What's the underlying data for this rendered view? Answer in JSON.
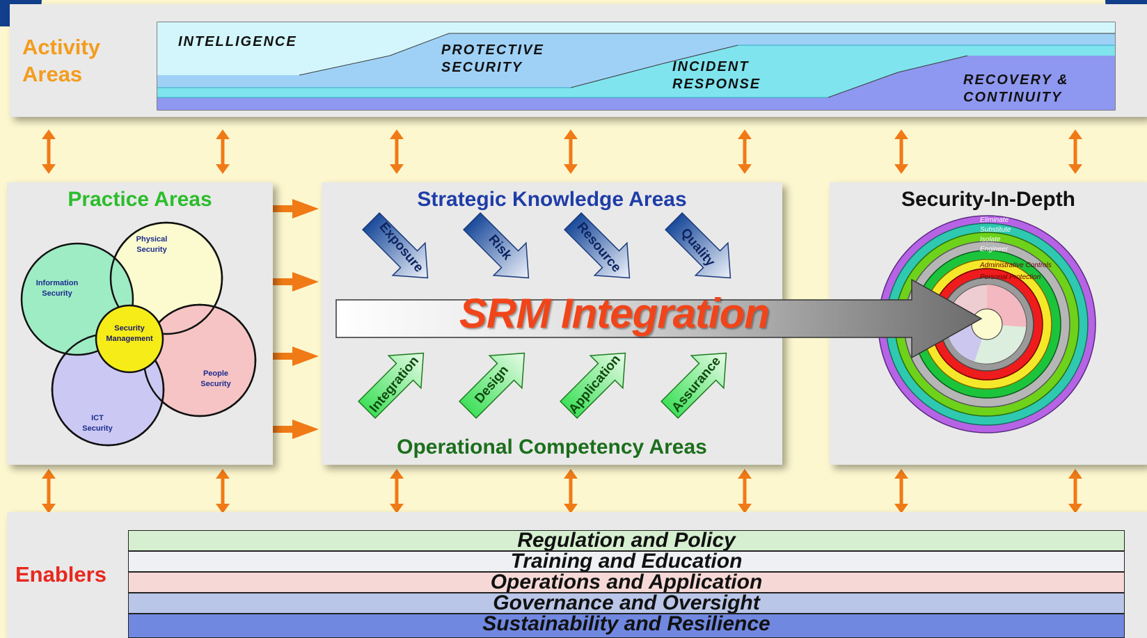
{
  "activity_areas": {
    "label": "Activity\nAreas",
    "bands": [
      "INTELLIGENCE",
      "PROTECTIVE\nSECURITY",
      "INCIDENT\nRESPONSE",
      "RECOVERY &\nCONTINUITY"
    ]
  },
  "practice_areas": {
    "title": "Practice Areas",
    "circles": [
      "Physical\nSecurity",
      "Information\nSecurity",
      "Security\nManagement",
      "People\nSecurity",
      "ICT\nSecurity"
    ]
  },
  "strategic": {
    "title": "Strategic Knowledge Areas",
    "items": [
      "Exposure",
      "Risk",
      "Resource",
      "Quality"
    ]
  },
  "srm": {
    "label": "SRM Integration"
  },
  "operational": {
    "title": "Operational Competency Areas",
    "items": [
      "Integration",
      "Design",
      "Application",
      "Assurance"
    ]
  },
  "security_in_depth": {
    "title": "Security-In-Depth",
    "layers": [
      "Eliminate",
      "Substitute",
      "Isolate",
      "Engineer",
      "Administrative Controls",
      "Personal Protection"
    ]
  },
  "enablers": {
    "label": "Enablers",
    "rows": [
      {
        "label": "Regulation and Policy",
        "color": "#d6efd0"
      },
      {
        "label": "Training and Education",
        "color": "#eef0f4"
      },
      {
        "label": "Operations and Application",
        "color": "#f6d9d6"
      },
      {
        "label": "Governance and Oversight",
        "color": "#b9c6e8"
      },
      {
        "label": "Sustainability and Resilience",
        "color": "#7088e0"
      }
    ]
  },
  "colors": {
    "accent_orange": "#f07a16",
    "brand_blue": "#123f8c"
  }
}
